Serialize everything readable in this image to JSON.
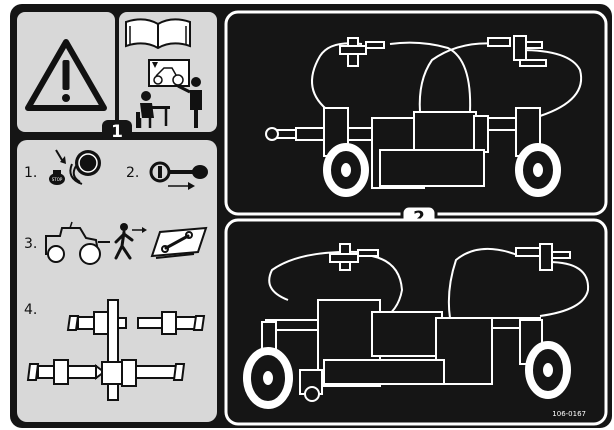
{
  "decal": {
    "part_number": "106-0167",
    "badge_1": "1",
    "badge_2": "2"
  },
  "steps": [
    {
      "number": "1."
    },
    {
      "number": "2."
    },
    {
      "number": "3."
    },
    {
      "number": "4."
    }
  ],
  "icons": {
    "warning": "warning-triangle-icon",
    "manual": "read-manual-icon",
    "training": "operator-training-icon",
    "stop_knob": "stop-knob-icon",
    "key": "ignition-key-icon",
    "tractor": "tractor-icon",
    "walk_away": "walk-away-icon",
    "service_manual": "service-manual-icon",
    "shaft_coupling": "shaft-coupling-icon",
    "front_machine": "machine-front-view-icon",
    "rear_machine": "machine-rear-view-icon"
  },
  "inner_text": {
    "stop_label": "STOP"
  },
  "colors": {
    "panel_dark": "#111111",
    "panel_light": "#d8d8d8",
    "ink": "#111111"
  }
}
